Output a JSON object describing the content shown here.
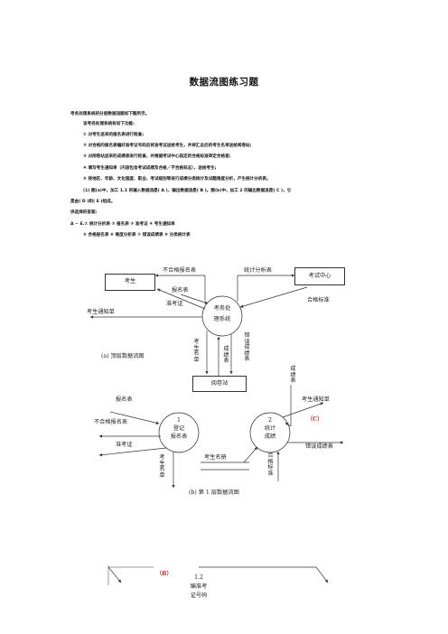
{
  "title": "数据流图练习题",
  "intro": {
    "line1": "考务处理系统的分层数据流图如下图所示。",
    "line2": "该考务处理系统有如下功能:",
    "items": [
      "①    对考生送来的报名表进行检查;",
      "②  对合格的报名表编好准考证号码后将准考证送给考生，并将汇总后的考生名单送给阅卷站;",
      "③  对阅卷站送来的成绩表进行检查，并根据考试中心指定的合格标准审定合格者;",
      "④  填写考生通知单（内容包含考试成绩及合格／不合格标志），送给考生;",
      "⑤  按地区、年龄、文化程度、职业、考试级别等进行成绩分类统计及试题难度分析，产生统计分析表。"
    ],
    "q1_a": "(1)  图(a)中，加工 1.1 的输入数据流是(     A    )，输出数据流是(     B     )。图(b)中，加工 2 的输出数据流是(     C     )，它",
    "q1_b": "是由(     D    )和(     E     )组成。",
    "options_head": "供选择的答案:",
    "options_row1": "A ~ E.①  统计分析表      ②  报名表         ③  准考证         ④  考生通知单",
    "options_row2": "⑤  合格报名表     ⑥  难度分析表     ⑦  错误成绩表     ⑧  分类统计表"
  },
  "diagram_a": {
    "caption": "(a)  顶层数据流图",
    "boxes": {
      "student": "考生",
      "exam_center": "考试中心",
      "grading": "阅卷站"
    },
    "process": [
      "考务处",
      "理系统"
    ],
    "flows": {
      "unqualified": "不合格报名表",
      "stats": "统计分析表",
      "registration": "报名表",
      "admission": "准考证",
      "notice": "考生通知单",
      "standard": "合格标准",
      "roster_v": "考生名单",
      "grades_v": "成绩表",
      "error_grades_v": "错误成绩表"
    }
  },
  "diagram_b": {
    "caption": "(b)  第 1 层数据流图",
    "process1": [
      "1",
      "登记",
      "报名表"
    ],
    "process2": [
      "2",
      "统计",
      "成绩"
    ],
    "flows": {
      "registration": "报名表",
      "unqualified": "不合格报名表",
      "admission": "准考证",
      "roster_v": "考生名单",
      "roster": "考生名册",
      "grades_v": "成绩表",
      "notice": "考生通知单",
      "answer_c": "（C）",
      "error_grades": "错误成绩表",
      "standard_v": "合格标准"
    }
  },
  "diagram_c": {
    "answer_b": "（B）",
    "process": [
      "1.2",
      "编准考",
      "证号码"
    ]
  },
  "colors": {
    "answer": "#e0231c",
    "line": "#333333"
  }
}
